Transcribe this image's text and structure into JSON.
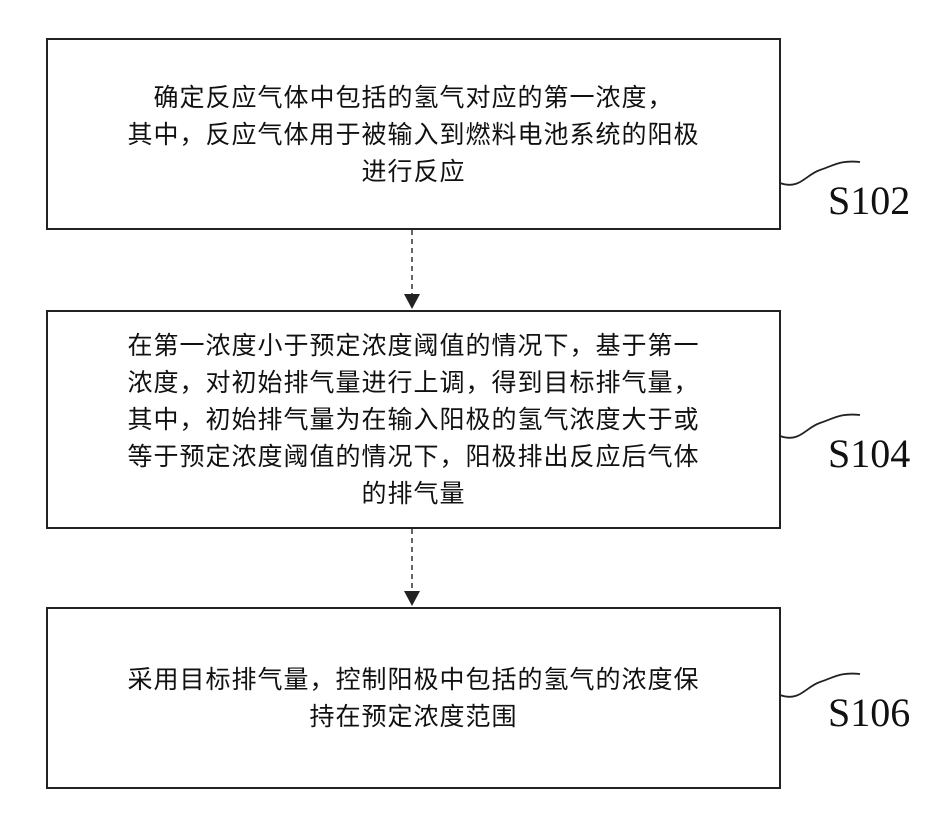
{
  "steps": [
    {
      "id": "S102",
      "text": "确定反应气体中包括的氢气对应的第一浓度，\n其中，反应气体用于被输入到燃料电池系统的阳极\n进行反应"
    },
    {
      "id": "S104",
      "text": "在第一浓度小于预定浓度阈值的情况下，基于第一\n浓度，对初始排气量进行上调，得到目标排气量，\n其中，初始排气量为在输入阳极的氢气浓度大于或\n等于预定浓度阈值的情况下，阳极排出反应后气体\n的排气量"
    },
    {
      "id": "S106",
      "text": "采用目标排气量，控制阳极中包括的氢气的浓度保\n持在预定浓度范围"
    }
  ]
}
